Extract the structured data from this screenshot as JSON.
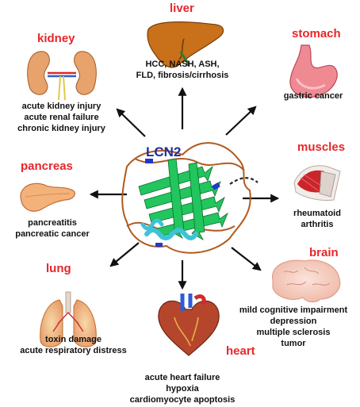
{
  "protein": "LCN2",
  "colors": {
    "title": "#e8262a",
    "protein_label": "#1f2f9c",
    "arrows": "#111111"
  },
  "organs": {
    "liver": {
      "title": "liver",
      "lines": [
        "HCC, NASH, ASH,",
        "FLD, fibrosis/cirrhosis"
      ],
      "icon": "liver-icon"
    },
    "kidney": {
      "title": "kidney",
      "lines": [
        "acute kidney injury",
        "acute renal failure",
        "chronic kidney injury"
      ],
      "icon": "kidney-icon"
    },
    "stomach": {
      "title": "stomach",
      "lines": [
        "gastric cancer"
      ],
      "icon": "stomach-icon"
    },
    "muscles": {
      "title": "muscles",
      "lines": [
        "rheumatoid",
        "arthritis"
      ],
      "icon": "muscle-icon"
    },
    "pancreas": {
      "title": "pancreas",
      "lines": [
        "pancreatitis",
        "pancreatic cancer"
      ],
      "icon": "pancreas-icon"
    },
    "brain": {
      "title": "brain",
      "lines": [
        "mild cognitive impairment",
        "depression",
        "multiple sclerosis",
        "tumor"
      ],
      "icon": "brain-icon"
    },
    "lung": {
      "title": "lung",
      "lines": [
        "toxin damage",
        "acute respiratory distress"
      ],
      "icon": "lung-icon"
    },
    "heart": {
      "title": "heart",
      "lines": [
        "acute heart failure",
        "hypoxia",
        "cardiomyocyte apoptosis"
      ],
      "icon": "heart-icon"
    }
  }
}
